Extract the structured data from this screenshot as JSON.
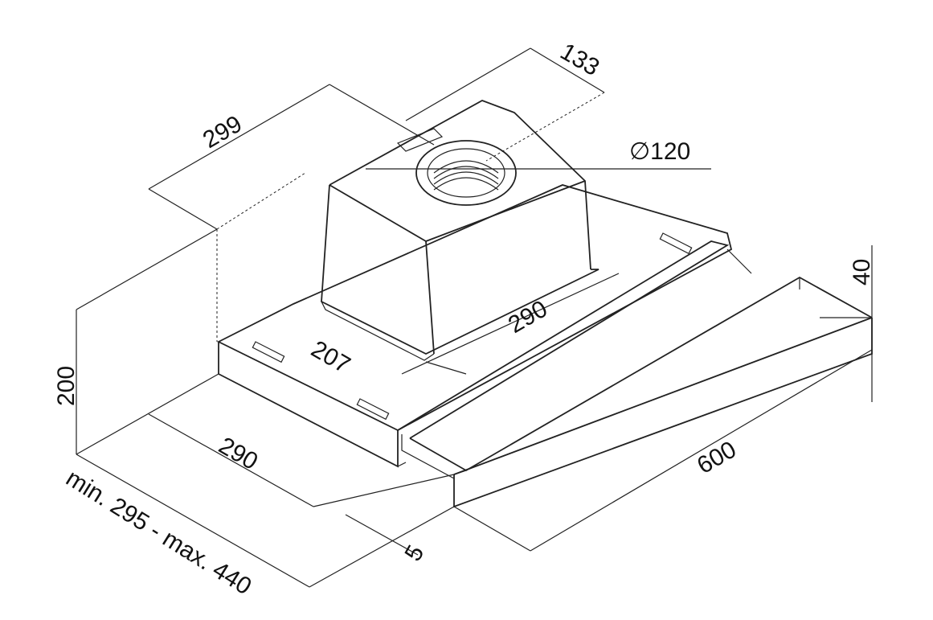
{
  "title": "Range hood dimension drawing",
  "dimensions": {
    "duct_offset": "133",
    "motor_depth": "299",
    "outlet_diameter": "∅120",
    "front_height": "40",
    "motor_width": "290",
    "motor_offset": "207",
    "total_height": "200",
    "body_depth": "290",
    "width": "600",
    "extension_range": "min. 295 - max. 440",
    "front_gap": "5"
  },
  "colors": {
    "line": "#222222",
    "background": "#ffffff"
  }
}
